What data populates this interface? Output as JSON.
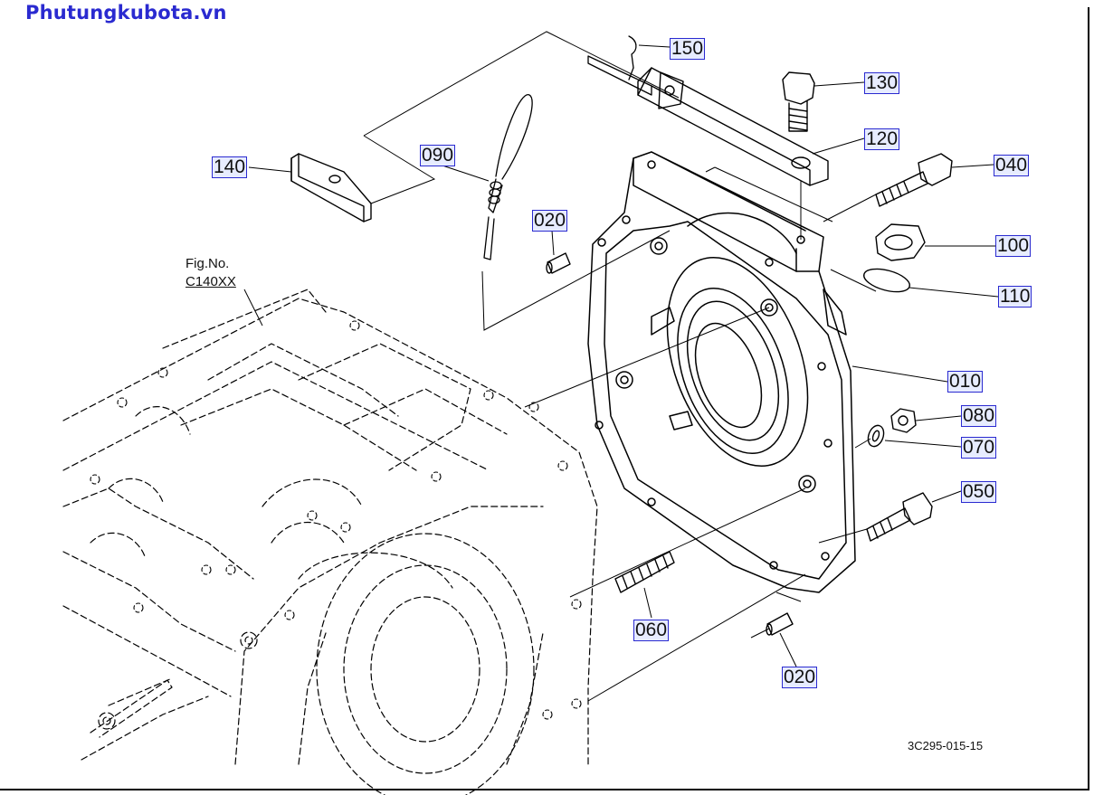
{
  "watermark": "Phutungkubota.vn",
  "figure_reference": {
    "line1": "Fig.No.",
    "line2": "C140XX"
  },
  "drawing_code": "3C295-015-15",
  "callouts": {
    "p150": "150",
    "p130": "130",
    "p120": "120",
    "p040": "040",
    "p140": "140",
    "p090": "090",
    "p020a": "020",
    "p100": "100",
    "p110": "110",
    "p010": "010",
    "p080": "080",
    "p070": "070",
    "p050": "050",
    "p060": "060",
    "p020b": "020"
  },
  "colors": {
    "callout_fill": "#e7ecff",
    "callout_border": "#2a2ad0",
    "watermark": "#2a2ad0",
    "line": "#000000"
  }
}
